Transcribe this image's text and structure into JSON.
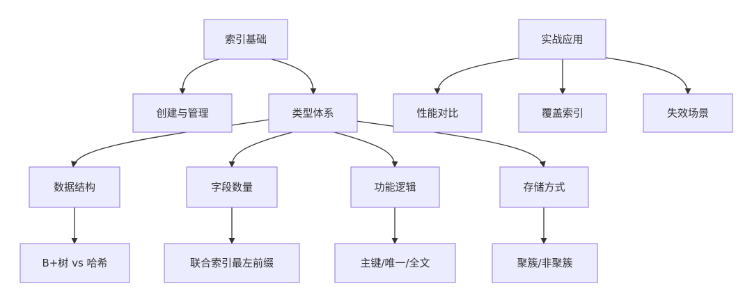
{
  "diagram": {
    "type": "flowchart",
    "colors": {
      "node_fill": "#ECECFF",
      "node_border": "#9370DB",
      "edge": "#333333",
      "text": "#333333"
    },
    "nodes": {
      "index_basics": "索引基础",
      "practical_application": "实战应用",
      "create_and_manage": "创建与管理",
      "type_system": "类型体系",
      "performance_comparison": "性能对比",
      "covering_index": "覆盖索引",
      "failure_scenarios": "失效场景",
      "data_structure": "数据结构",
      "field_count": "字段数量",
      "functional_logic": "功能逻辑",
      "storage_method": "存储方式",
      "btree_vs_hash": "B+树 vs 哈希",
      "composite_index_leftmost_prefix": "联合索引最左前缀",
      "primary_unique_fulltext": "主键/唯一/全文",
      "clustered_nonclustered": "聚簇/非聚簇"
    },
    "edges": [
      {
        "from": "索引基础",
        "to": "创建与管理"
      },
      {
        "from": "索引基础",
        "to": "类型体系"
      },
      {
        "from": "实战应用",
        "to": "性能对比"
      },
      {
        "from": "实战应用",
        "to": "覆盖索引"
      },
      {
        "from": "实战应用",
        "to": "失效场景"
      },
      {
        "from": "类型体系",
        "to": "数据结构"
      },
      {
        "from": "类型体系",
        "to": "字段数量"
      },
      {
        "from": "类型体系",
        "to": "功能逻辑"
      },
      {
        "from": "类型体系",
        "to": "存储方式"
      },
      {
        "from": "数据结构",
        "to": "B+树 vs 哈希"
      },
      {
        "from": "字段数量",
        "to": "联合索引最左前缀"
      },
      {
        "from": "功能逻辑",
        "to": "主键/唯一/全文"
      },
      {
        "from": "存储方式",
        "to": "聚簇/非聚簇"
      }
    ]
  }
}
